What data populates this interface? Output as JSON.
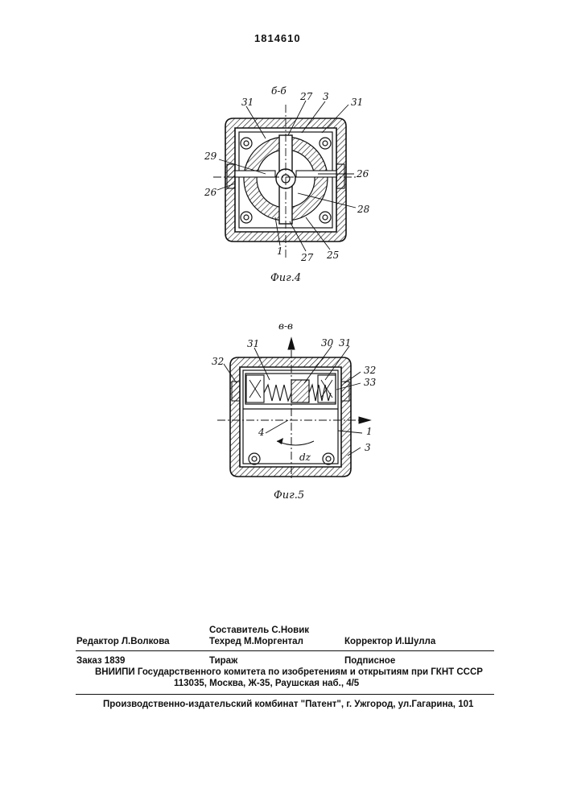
{
  "patent_number": "1814610",
  "figure4": {
    "section_label": "б-б",
    "caption": "Фиг.4",
    "callouts": [
      "31",
      "27",
      "3",
      "31",
      "29",
      "26",
      "26",
      "28",
      "1",
      "27",
      "25"
    ]
  },
  "figure5": {
    "section_label": "в-в",
    "caption": "Фиг.5",
    "callouts": [
      "31",
      "30",
      "31",
      "32",
      "32",
      "33",
      "1",
      "4",
      "dz",
      "3"
    ]
  },
  "footer": {
    "compiler": "Составитель С.Новик",
    "editor": "Редактор Л.Волкова",
    "techred": "Техред М.Моргентал",
    "corrector": "Корректор И.Шулла",
    "order": "Заказ 1839",
    "circulation": "Тираж",
    "subscription": "Подписное",
    "org_line": "ВНИИПИ Государственного комитета по изобретениям и открытиям при ГКНТ СССР",
    "address": "113035, Москва, Ж-35, Раушская наб., 4/5",
    "publisher": "Производственно-издательский комбинат \"Патент\", г. Ужгород, ул.Гагарина, 101"
  }
}
